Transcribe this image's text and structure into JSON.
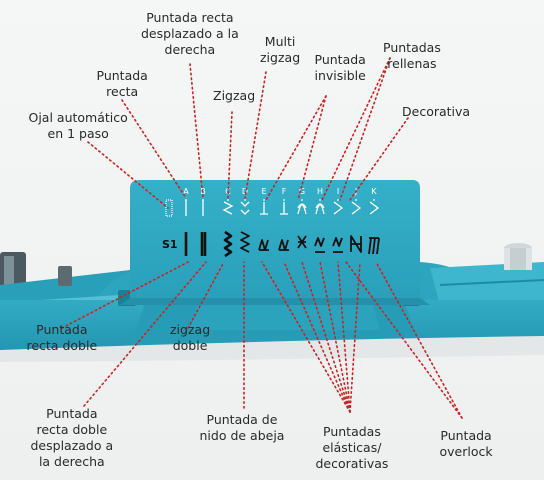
{
  "panel": {
    "letters": [
      "A",
      "B",
      "C",
      "D",
      "E",
      "F",
      "G",
      "H",
      "I",
      "J",
      "K"
    ],
    "code": "S1"
  },
  "labels": [
    {
      "id": "ojal",
      "name": "label-ojal-automatico",
      "lines": [
        "Ojal automático",
        "en 1 paso"
      ]
    },
    {
      "id": "recta",
      "name": "label-puntada-recta",
      "lines": [
        "Puntada",
        "recta"
      ]
    },
    {
      "id": "recta_der",
      "name": "label-puntada-recta-derecha",
      "lines": [
        "Puntada recta",
        "desplazado a la",
        "derecha"
      ]
    },
    {
      "id": "zigzag",
      "name": "label-zigzag",
      "lines": [
        "Zigzag"
      ]
    },
    {
      "id": "multi",
      "name": "label-multi-zigzag",
      "lines": [
        "Multi",
        "zigzag"
      ]
    },
    {
      "id": "invisible",
      "name": "label-puntada-invisible",
      "lines": [
        "Puntada",
        "invisible"
      ]
    },
    {
      "id": "rellenas",
      "name": "label-puntadas-rellenas",
      "lines": [
        "Puntadas",
        "rellenas"
      ]
    },
    {
      "id": "decorativa",
      "name": "label-decorativa",
      "lines": [
        "Decorativa"
      ]
    },
    {
      "id": "recta_doble",
      "name": "label-puntada-recta-doble",
      "lines": [
        "Puntada",
        "recta doble"
      ]
    },
    {
      "id": "zz_doble",
      "name": "label-zigzag-doble",
      "lines": [
        "zigzag",
        "doble"
      ]
    },
    {
      "id": "recta_doble_der",
      "name": "label-recta-doble-derecha",
      "lines": [
        "Puntada",
        "recta doble",
        "desplazado a",
        "la derecha"
      ]
    },
    {
      "id": "abeja",
      "name": "label-nido-de-abeja",
      "lines": [
        "Puntada de",
        "nido de abeja"
      ]
    },
    {
      "id": "elasticas",
      "name": "label-puntadas-elasticas",
      "lines": [
        "Puntadas",
        "elásticas/",
        "decorativas"
      ]
    },
    {
      "id": "overlock",
      "name": "label-puntada-overlock",
      "lines": [
        "Puntada",
        "overlock"
      ]
    }
  ],
  "colors": {
    "machine": "#2ea7c1",
    "machine_dark": "#1d8aa3",
    "leader": "#cc2222",
    "stitch": "#111111",
    "pattern_light": "#ffffff"
  }
}
